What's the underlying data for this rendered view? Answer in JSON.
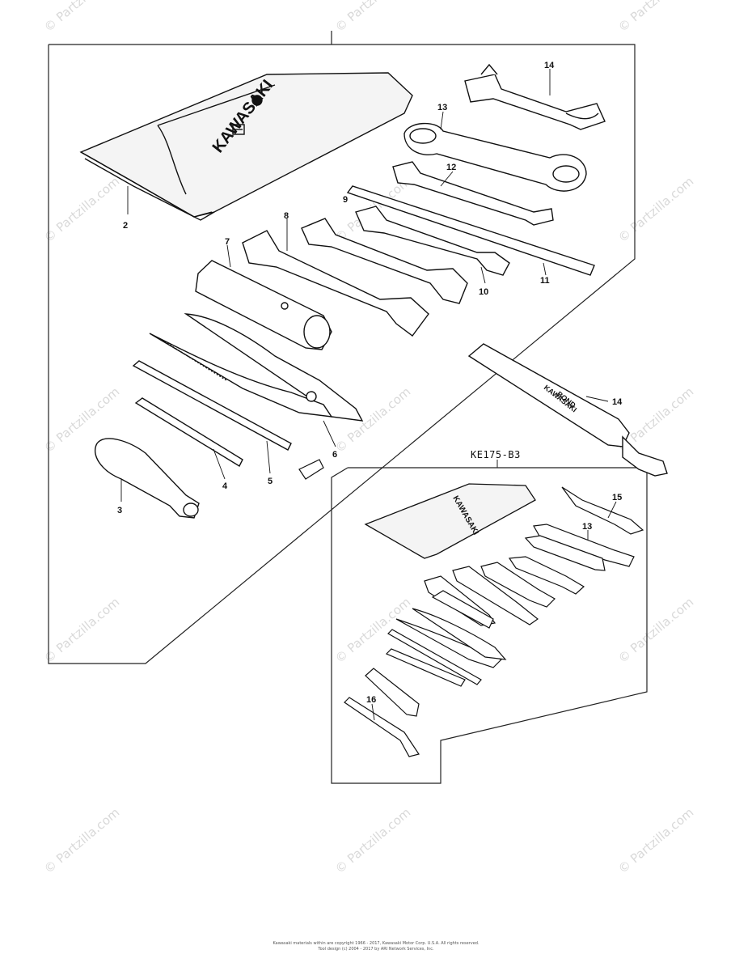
{
  "watermark": "© Partzilla.com",
  "subassembly_label": "KE175-B3",
  "brand_roll": "KAWASAKI",
  "brand_tube": [
    "KAWASAKI",
    "BOND"
  ],
  "brand_small_roll": "KAWASAKI",
  "callouts": [
    "2",
    "3",
    "4",
    "5",
    "6",
    "7",
    "8",
    "9",
    "10",
    "11",
    "12",
    "13",
    "14",
    "15",
    "13",
    "16"
  ],
  "footer": {
    "line1": "Kawasaki materials within are copyright 1966 - 2017, Kawasaki Motor Corp. U.S.A. All rights reserved.",
    "line2": "Tool design (c) 2004 - 2017 by ARI Network Services, Inc."
  }
}
